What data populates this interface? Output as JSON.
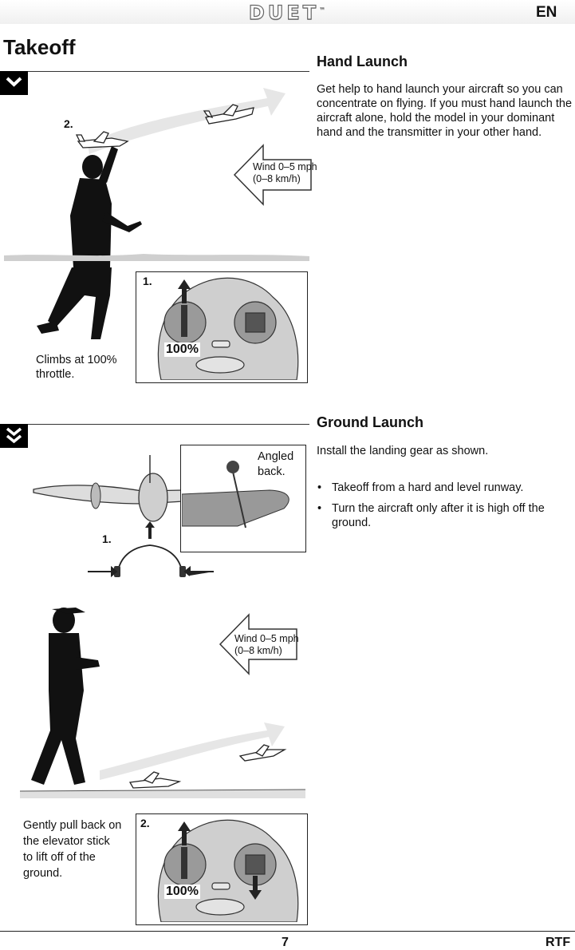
{
  "header": {
    "logo_text": "DUET",
    "trademark": "™",
    "language": "EN"
  },
  "page_title": "Takeoff",
  "hand_launch": {
    "heading": "Hand Launch",
    "body": "Get help to hand launch your aircraft so you can concentrate on flying. If you must hand launch the aircraft alone, hold the model in your dominant hand and the transmitter in your other hand.",
    "figure": {
      "step_2": "2.",
      "wind_line1": "Wind 0–5 mph",
      "wind_line2": "(0–8 km/h)",
      "caption_line1": "Climbs at 100%",
      "caption_line2": "throttle.",
      "step_1": "1.",
      "throttle": "100%"
    }
  },
  "ground_launch": {
    "heading": "Ground Launch",
    "intro": "Install the landing gear as shown.",
    "bullets": [
      "Takeoff from a hard and level runway.",
      "Turn the aircraft only after it is high off the ground."
    ],
    "bullet_char": "•",
    "figure": {
      "angled_line1": "Angled",
      "angled_line2": "back.",
      "step_1": "1.",
      "wind_line1": "Wind 0–5 mph",
      "wind_line2": "(0–8 km/h)",
      "caption_line1": "Gently pull back on",
      "caption_line2": "the elevator stick",
      "caption_line3": "to lift off of the",
      "caption_line4": "ground.",
      "step_2": "2.",
      "throttle": "100%"
    }
  },
  "footer": {
    "page_number": "7",
    "edition": "RTF"
  }
}
